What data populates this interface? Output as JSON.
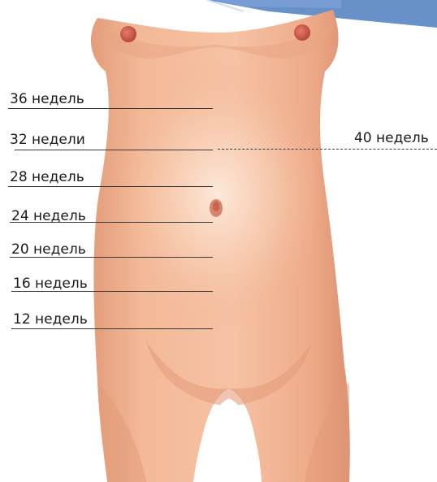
{
  "labels": {
    "w36": "36 недель",
    "w32": "32 недели",
    "w28": "28 недель",
    "w24": "24 недель",
    "w20": "20 недель",
    "w16": "16 недель",
    "w12": "12 недель",
    "w40": "40 недель"
  },
  "colors": {
    "skin": "#f2b592",
    "skin_shadow": "#d98b6a",
    "belly_highlight": "#fde6d6",
    "nipple": "#c8574a",
    "line": "#3a3a3a",
    "corner_accent": "#4f7ec0"
  }
}
